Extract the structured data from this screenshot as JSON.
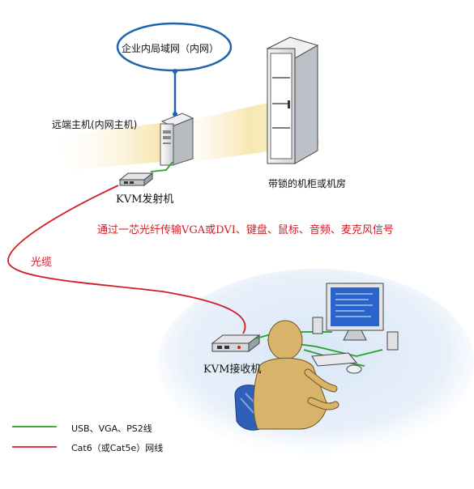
{
  "diagram": {
    "network_label": "企业内局域网（内网）",
    "remote_host_label": "远端主机(内网主机)",
    "cabinet_label": "带锁的机柜或机房",
    "transmitter_label": "KVM发射机",
    "caption": "通过一芯光纤传输VGA或DVI、键盘、鼠标、音频、麦克风信号",
    "fiber_label": "光缆",
    "receiver_label": "KVM接收机"
  },
  "legend": {
    "items": [
      {
        "label": "USB、VGA、PS2线",
        "color": "#2aa02a"
      },
      {
        "label": "Cat6（或Cat5e）网线",
        "color": "#d21c24"
      }
    ]
  },
  "colors": {
    "network_ring": "#1e63b0",
    "fiber_cable": "#d21c24",
    "signal_cable": "#2aa02a",
    "caption_text": "#d21c24"
  }
}
